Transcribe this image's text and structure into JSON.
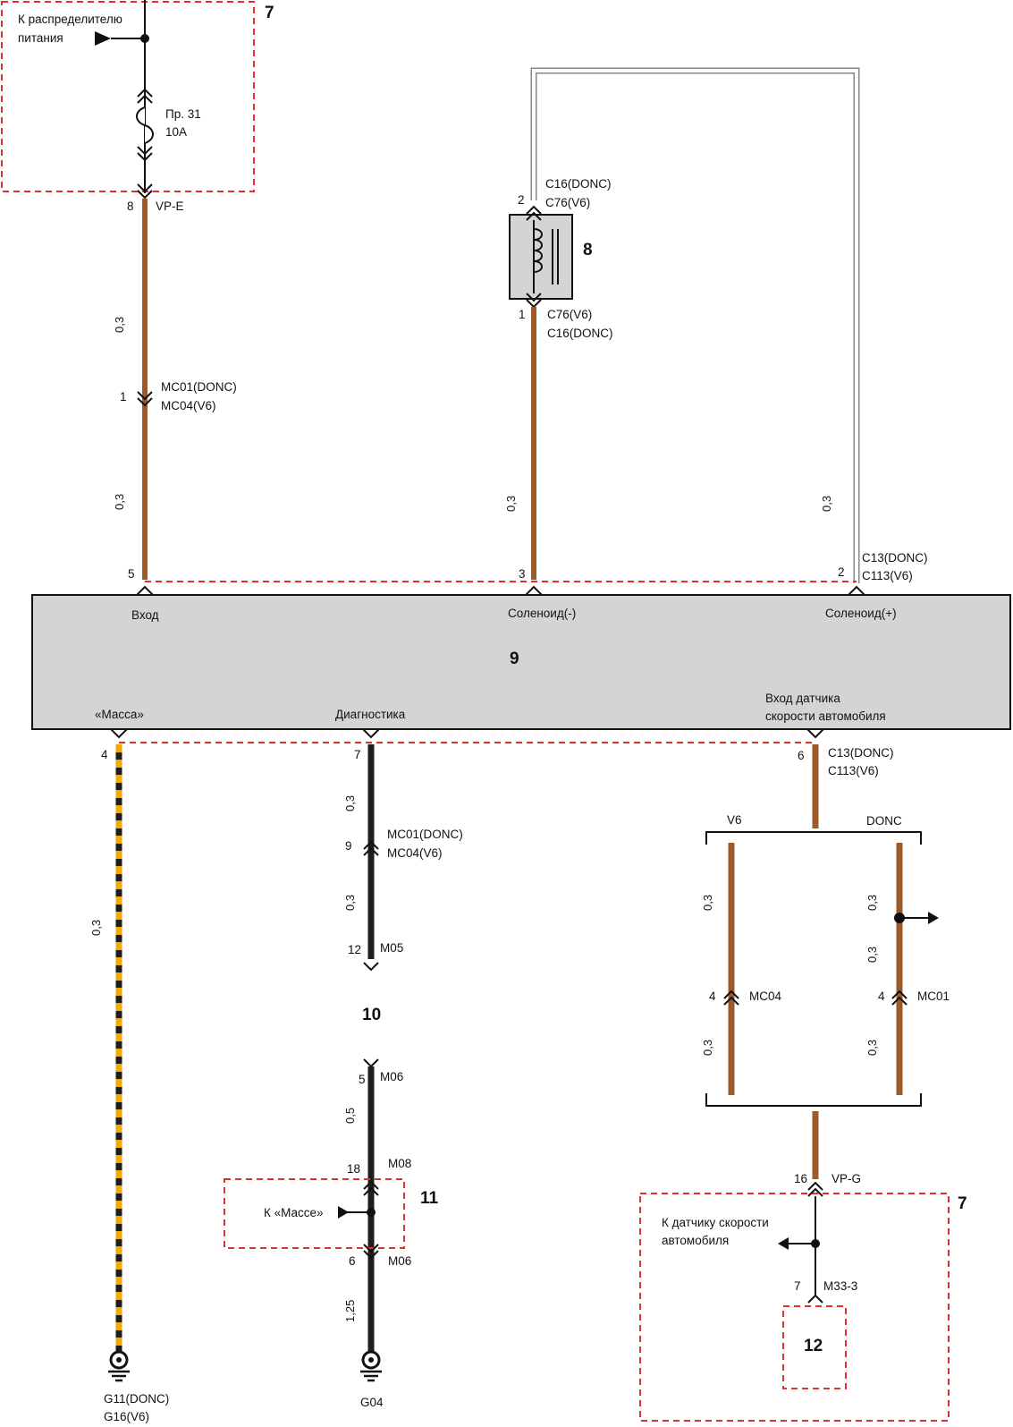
{
  "diagram": {
    "components": {
      "fuse_box_top": {
        "number": "7",
        "label_line1": "К распределителю",
        "label_line2": "питания",
        "fuse_line1": "Пр. 31",
        "fuse_line2": "10А"
      },
      "solenoid": {
        "number": "8"
      },
      "ecu": {
        "number": "9",
        "pin_vhod": "Вход",
        "pin_sol_minus": "Соленоид(-)",
        "pin_sol_plus": "Соленоид(+)",
        "pin_massa": "«Масса»",
        "pin_diag": "Диагностика",
        "pin_speed_line1": "Вход датчика",
        "pin_speed_line2": "скорости автомобиля"
      },
      "diag_connector": {
        "number": "10"
      },
      "ground_splice": {
        "number": "11",
        "label": "К «Массе»"
      },
      "fuse_box_bottom": {
        "number": "7",
        "label_line1": "К датчику скорости",
        "label_line2": "автомобиля"
      },
      "speed_sensor": {
        "number": "12"
      }
    },
    "connectors": {
      "vp_e": {
        "pin": "8",
        "name": "VP-E"
      },
      "mc01_left": {
        "pin": "1",
        "line1": "MC01(DONC)",
        "line2": "MC04(V6)"
      },
      "ecu_pin5": "5",
      "ecu_pin3": "3",
      "ecu_pin2": "2",
      "ecu_pin2_conn": {
        "line1": "C13(DONC)",
        "line2": "C113(V6)"
      },
      "sol_pin2": {
        "pin": "2",
        "line1": "C16(DONC)",
        "line2": "C76(V6)"
      },
      "sol_pin1": {
        "pin": "1",
        "line1": "C76(V6)",
        "line2": "C16(DONC)"
      },
      "ecu_pin4": "4",
      "ecu_pin7": "7",
      "ecu_pin6": {
        "pin": "6",
        "line1": "C13(DONC)",
        "line2": "C113(V6)"
      },
      "diag_mc": {
        "pin": "9",
        "line1": "MC01(DONC)",
        "line2": "MC04(V6)"
      },
      "m05": {
        "pin": "12",
        "name": "M05"
      },
      "m06_top": {
        "pin": "5",
        "name": "M06"
      },
      "m08": {
        "pin": "18",
        "name": "M08"
      },
      "m06_bottom": {
        "pin": "6",
        "name": "M06"
      },
      "v6_label": "V6",
      "donc_label": "DONC",
      "mc04": {
        "pin": "4",
        "name": "MC04"
      },
      "mc01": {
        "pin": "4",
        "name": "MC01"
      },
      "vp_g": {
        "pin": "16",
        "name": "VP-G"
      },
      "m33": {
        "pin": "7",
        "name": "M33-3"
      }
    },
    "grounds": {
      "g11": {
        "line1": "G11(DONC)",
        "line2": "G16(V6)"
      },
      "g04": "G04"
    },
    "wire_gauges": {
      "w1": "0,3",
      "w2": "0,3",
      "w3": "0,3",
      "w4": "0,3",
      "w5": "0,3",
      "w6": "0,3",
      "w7": "0,3",
      "w8": "0,5",
      "w9": "1,25",
      "w10": "0,3",
      "w11": "0,3",
      "w12": "0,3",
      "w13": "0,3",
      "w14": "0,3"
    },
    "colors": {
      "brown_wire": "#9c5a2a",
      "black_wire": "#1e1e1e",
      "dashed_red": "#e03030",
      "ecu_fill": "#d4d4d4",
      "ground_stripe": "#f2a900"
    }
  }
}
